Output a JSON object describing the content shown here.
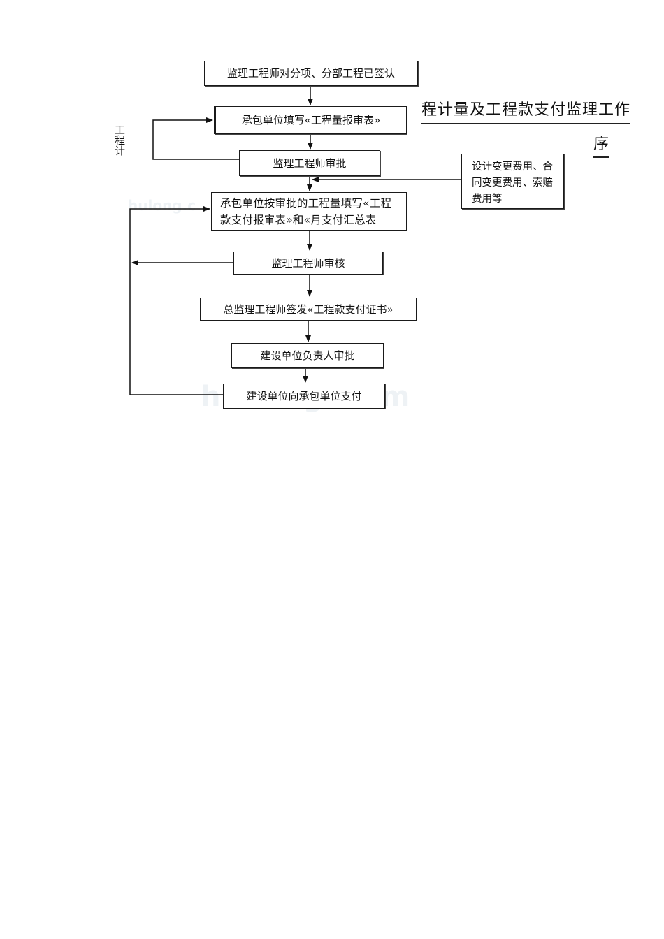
{
  "title": {
    "line1": "程计量及工程款支付监理工作",
    "line2": "序"
  },
  "side_label": "工程计",
  "watermarks": {
    "top": "hulong.c",
    "bottom": "hulong.com"
  },
  "steps": {
    "s1": "监理工程师对分项、分部工程已签认",
    "s2": "承包单位填写«工程量报审表»",
    "s3": "监理工程师审批",
    "s4": "承包单位按审批的工程量填写«工程款支付报审表»和«月支付汇总表",
    "s5": "监理工程师审核",
    "s6": "总监理工程师签发«工程款支付证书»",
    "s7": "建设单位负责人审批",
    "s8": "建设单位向承包单位支付"
  },
  "note": "设计变更费用、合同变更费用、索赔费用等"
}
